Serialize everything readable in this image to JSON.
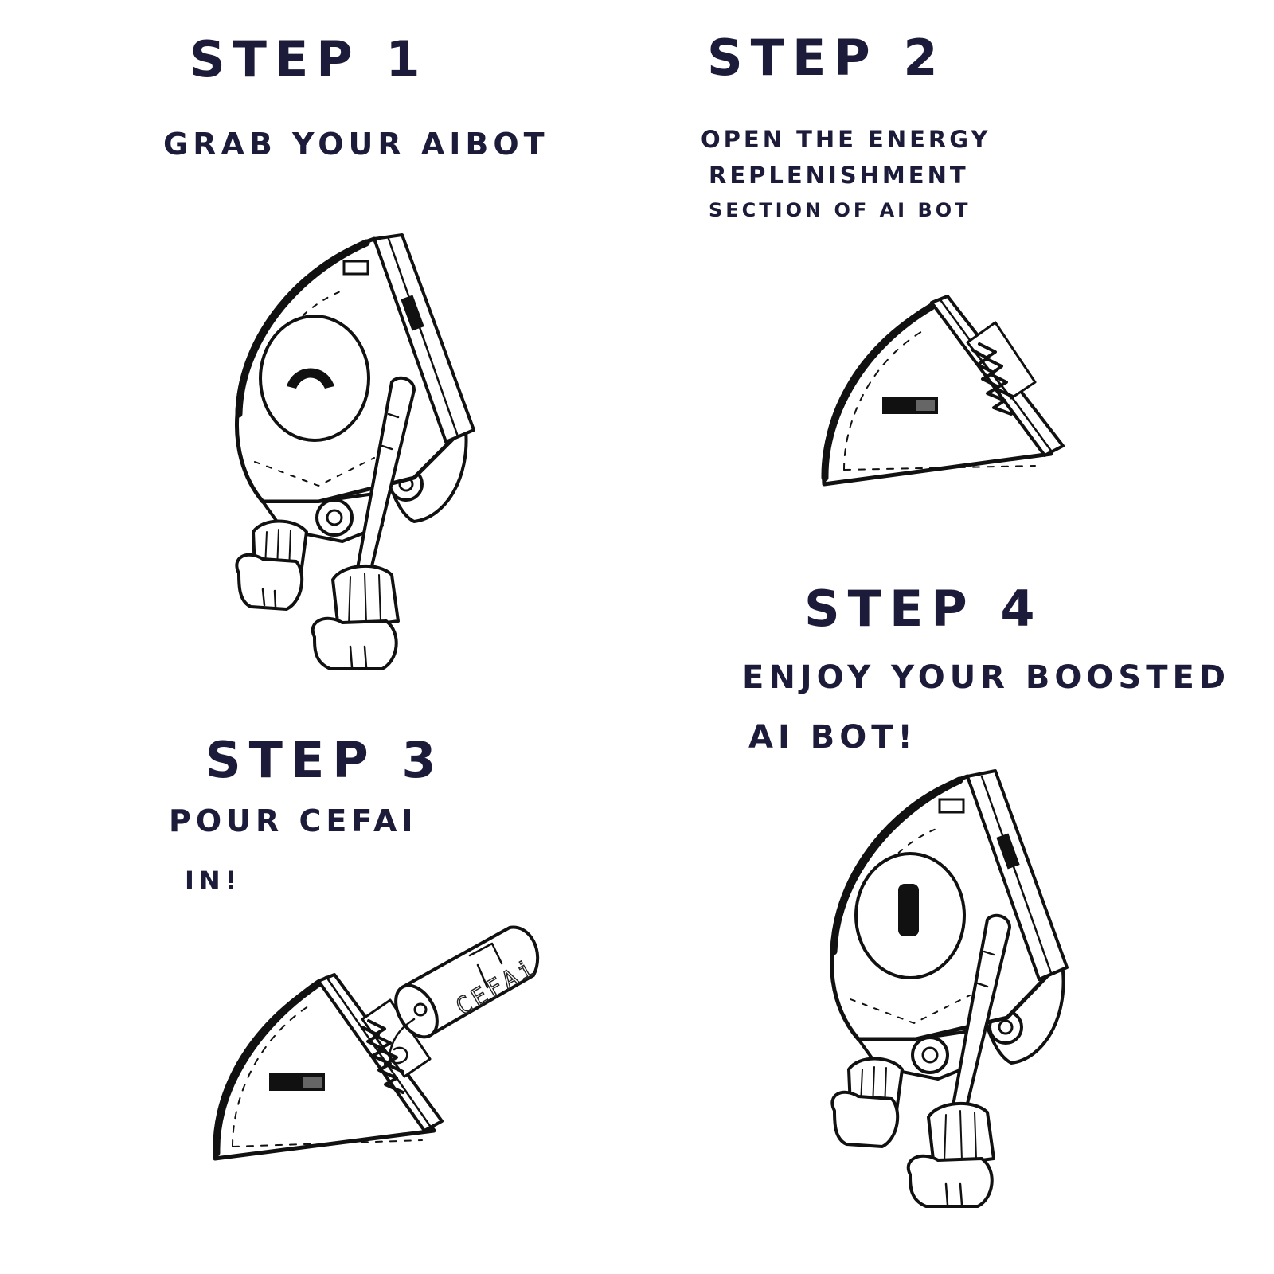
{
  "steps": [
    {
      "title": "STEP 1",
      "line1": "GRAB YOUR AiBOT"
    },
    {
      "title": "STEP 2",
      "line1": "OPEN THE ENERGY",
      "line2": "REPLENISHMENT",
      "line3": "SECTION OF AI BOT"
    },
    {
      "title": "STEP 3",
      "line1": "POUR CEFAi",
      "line2": "IN!",
      "can_label": "CEFAi"
    },
    {
      "title": "STEP 4",
      "line1": "ENJOY YOUR BOOSTED",
      "line2": "AI BOT!"
    }
  ],
  "colors": {
    "ink": "#1c1b3a",
    "line": "#111111",
    "background": "#ffffff"
  },
  "icons": [
    "robot-drawing",
    "robot-energy-compartment",
    "energy-drink-can",
    "boosted-robot-drawing"
  ]
}
